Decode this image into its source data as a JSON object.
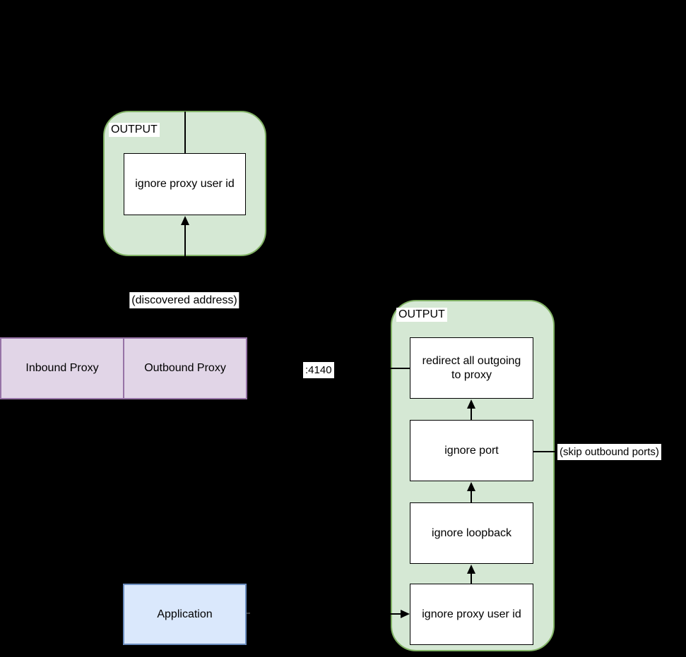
{
  "diagram": {
    "background": "#000000",
    "output_top": {
      "title": "OUTPUT",
      "nodes": [
        {
          "label": "ignore proxy user id"
        }
      ]
    },
    "output_right": {
      "title": "OUTPUT",
      "nodes": [
        {
          "label": "redirect all outgoing to proxy"
        },
        {
          "label": "ignore port"
        },
        {
          "label": "ignore loopback"
        },
        {
          "label": "ignore proxy user id"
        }
      ]
    },
    "proxy_row": {
      "cells": [
        {
          "label": "Inbound Proxy"
        },
        {
          "label": "Outbound Proxy"
        }
      ]
    },
    "application": {
      "label": "Application"
    },
    "edge_labels": {
      "discovered_address": "(discovered address)",
      "port_4140": ":4140",
      "skip_outbound_ports": "(skip outbound ports)"
    },
    "colors": {
      "group_fill": "#d5e8d4",
      "group_stroke": "#82b366",
      "proxy_fill": "#e1d5e7",
      "proxy_stroke": "#9673a6",
      "app_fill": "#dae8fc",
      "app_stroke": "#6c8ebf",
      "node_fill": "#ffffff",
      "connector": "#000000",
      "label_bg": "#ffffff",
      "text": "#000000"
    }
  }
}
